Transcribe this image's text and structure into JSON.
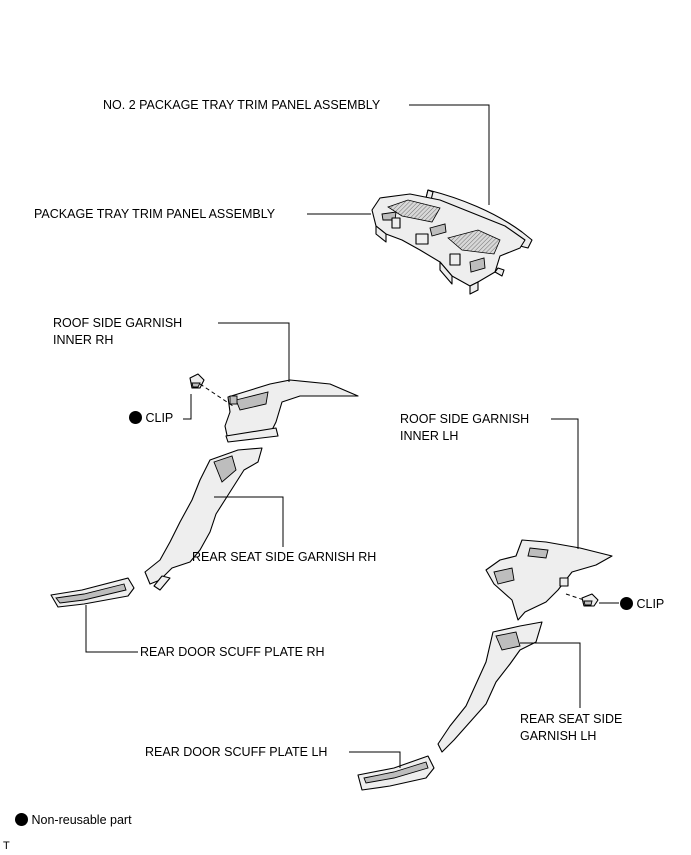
{
  "labels": {
    "no2_package_tray": "NO. 2 PACKAGE TRAY TRIM PANEL ASSEMBLY",
    "package_tray": "PACKAGE TRAY TRIM PANEL ASSEMBLY",
    "roof_rh_line1": "ROOF SIDE GARNISH",
    "roof_rh_line2": "INNER RH",
    "clip_rh": "CLIP",
    "rear_seat_rh": "REAR SEAT SIDE GARNISH RH",
    "scuff_rh": "REAR DOOR SCUFF PLATE RH",
    "roof_lh_line1": "ROOF SIDE GARNISH",
    "roof_lh_line2": "INNER LH",
    "clip_lh": "CLIP",
    "rear_seat_lh_line1": "REAR SEAT SIDE",
    "rear_seat_lh_line2": "GARNISH LH",
    "scuff_lh": "REAR DOOR SCUFF PLATE LH"
  },
  "legend": {
    "symbol": "filled-circle",
    "text": "Non-reusable part"
  },
  "footer_mark": "T"
}
